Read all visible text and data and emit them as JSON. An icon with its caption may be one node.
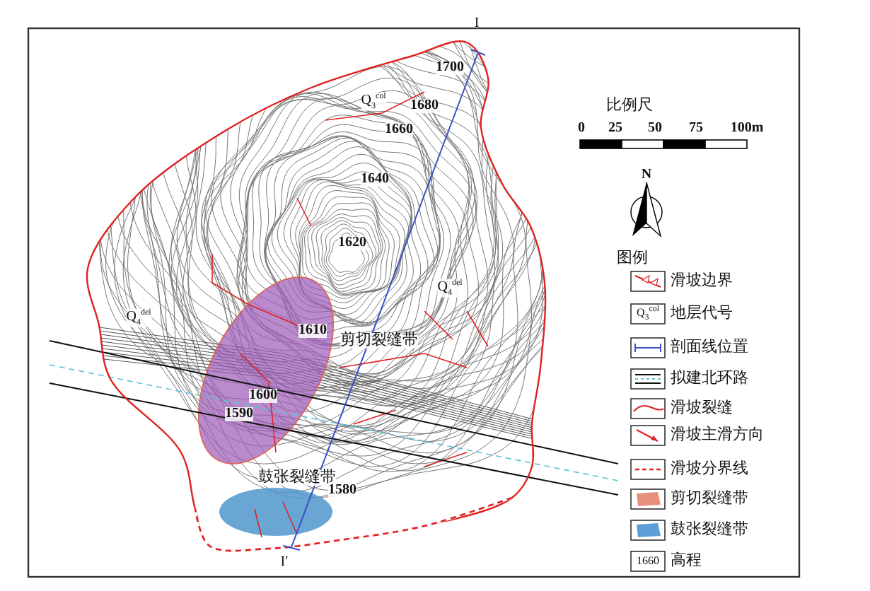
{
  "diagram": {
    "labels": [
      "I",
      "1700",
      "Q$_{3}$$^{col}$",
      "1680",
      "1660",
      "1640",
      "比例尺",
      "0",
      "25",
      "50",
      "75",
      "100m",
      "N",
      "1620",
      "Q$_{4}$$^{del}$",
      "图例",
      "Q$_{4}$$^{del}$",
      "1610",
      "剪切裂缝带",
      "1600",
      "1590",
      "鼓张裂缝带",
      "1580",
      "I′",
      "Q$_{3}$$^{col}$",
      "1660"
    ],
    "legend": [
      {
        "text": "滑坡边界"
      },
      {
        "text": "地层代号"
      },
      {
        "text": "剖面线位置"
      },
      {
        "text": "拟建北环路"
      },
      {
        "text": "滑坡裂缝"
      },
      {
        "text": "滑坡主滑方向"
      },
      {
        "text": "滑坡分界线"
      },
      {
        "text": "剪切裂缝带",
        "color": "#e8907c"
      },
      {
        "text": "鼓张裂缝带",
        "color": "#5b9fd6"
      },
      {
        "text": "高程"
      }
    ]
  }
}
